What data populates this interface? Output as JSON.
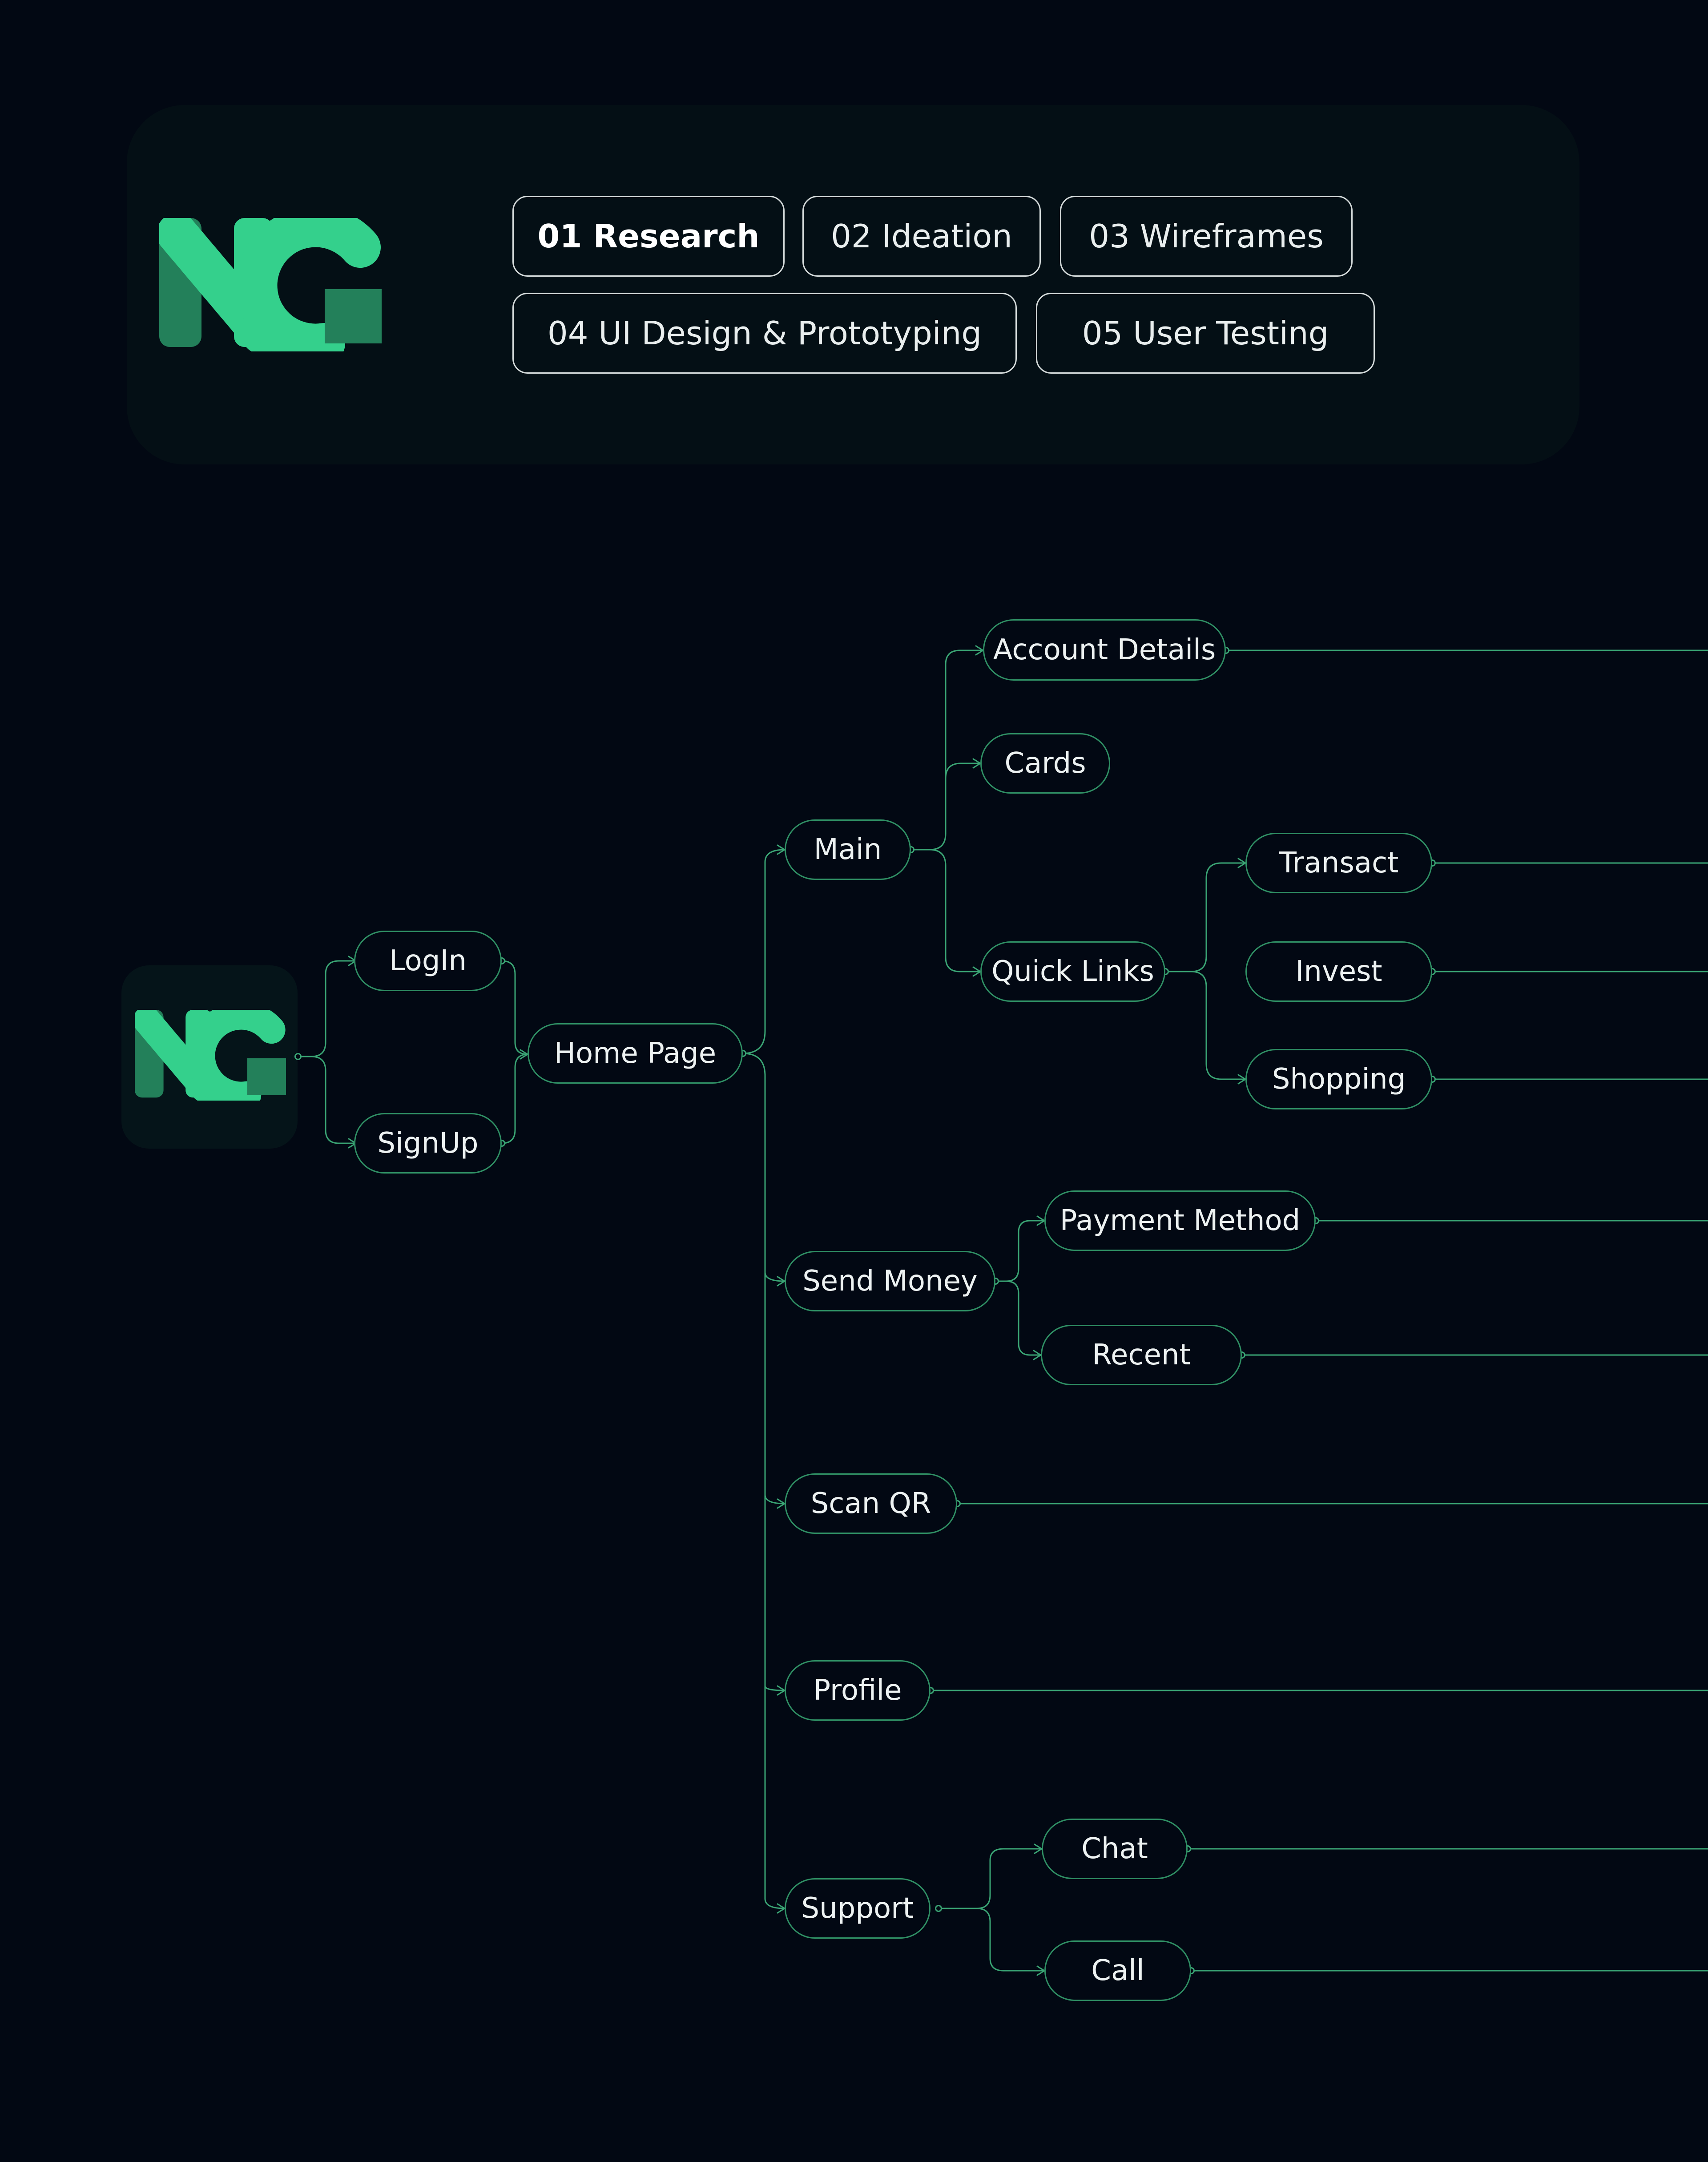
{
  "brand": {
    "logo_text": "NG",
    "colors": {
      "green_bright": "#34d08c",
      "green_dark": "#23805a",
      "line": "#3aa474",
      "background": "#020813"
    }
  },
  "phases": [
    {
      "label": "01 Research",
      "active": true
    },
    {
      "label": "02 Ideation",
      "active": false
    },
    {
      "label": "03 Wireframes",
      "active": false
    },
    {
      "label": "04 UI Design & Prototyping",
      "active": false
    },
    {
      "label": "05 User Testing",
      "active": false
    }
  ],
  "sitemap": {
    "root": {
      "icon": "ng-app-icon"
    },
    "auth": {
      "login": "LogIn",
      "signup": "SignUp"
    },
    "home": "Home Page",
    "main": {
      "label": "Main",
      "account_details": "Account Details",
      "cards": "Cards",
      "quick_links": {
        "label": "Quick Links",
        "transact": "Transact",
        "invest": "Invest",
        "shopping": "Shopping"
      }
    },
    "send_money": {
      "label": "Send Money",
      "payment_method": "Payment Method",
      "recent": "Recent"
    },
    "scan_qr": "Scan QR",
    "profile": "Profile",
    "support": {
      "label": "Support",
      "chat": "Chat",
      "call": "Call"
    }
  }
}
